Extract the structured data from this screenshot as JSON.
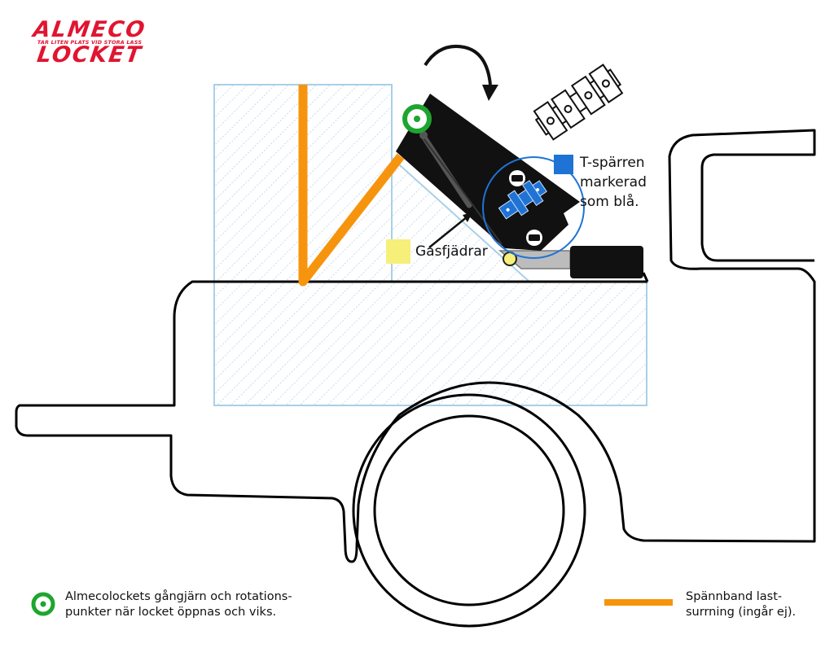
{
  "logo": {
    "line1": "ALMECO",
    "tagline": "TAR LITEN PLATS VID STORA LASS",
    "line2": "LOCKET"
  },
  "annotations": {
    "tlock_line1": "T-spärren",
    "tlock_line2": "markerad",
    "tlock_line3": "som blå.",
    "gas_springs": "Gasfjädrar"
  },
  "legend": {
    "hinge_line1": "Almecolockets gångjärn och rotations-",
    "hinge_line2": "punkter när locket öppnas och viks.",
    "strap_line1": "Spännband last-",
    "strap_line2": "surrning (ingår ej)."
  },
  "colors": {
    "brand_red": "#e01530",
    "hatch_blue": "#a9cfe8",
    "strap_orange": "#f7940d",
    "hinge_green": "#1ea52f",
    "tlock_blue": "#1f73d4",
    "gas_yellow": "#f6ef7a",
    "lid_black": "#111111",
    "outline": "#000000"
  },
  "icons": [
    "rotate-arrow-icon",
    "hinge-icon",
    "t-lock-icon"
  ]
}
